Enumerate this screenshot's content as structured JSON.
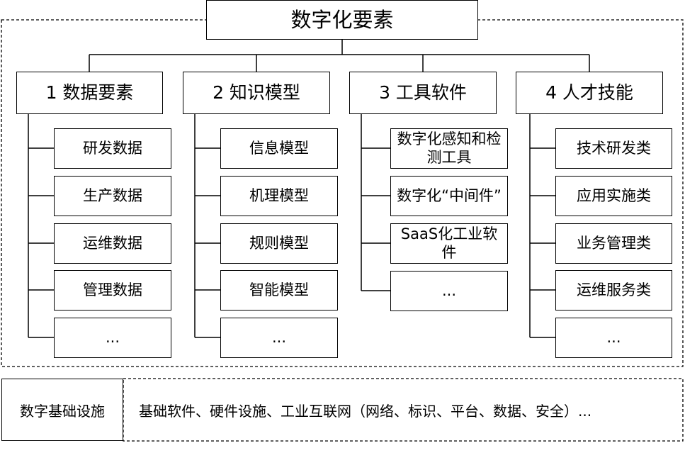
{
  "root": {
    "label": "数字化要素"
  },
  "categories": [
    {
      "label": "1 数据要素",
      "items": [
        "研发数据",
        "生产数据",
        "运维数据",
        "管理数据",
        "..."
      ]
    },
    {
      "label": "2 知识模型",
      "items": [
        "信息模型",
        "机理模型",
        "规则模型",
        "智能模型",
        "..."
      ]
    },
    {
      "label": "3 工具软件",
      "items": [
        "数字化感知和检测工具",
        "数字化“中间件”",
        "SaaS化工业软件",
        "..."
      ]
    },
    {
      "label": "4 人才技能",
      "items": [
        "技术研发类",
        "应用实施类",
        "业务管理类",
        "运维服务类",
        "..."
      ]
    }
  ],
  "infrastructure": {
    "label": "数字基础设施",
    "content": "基础软件、硬件设施、工业互联网（网络、标识、平台、数据、安全）..."
  }
}
